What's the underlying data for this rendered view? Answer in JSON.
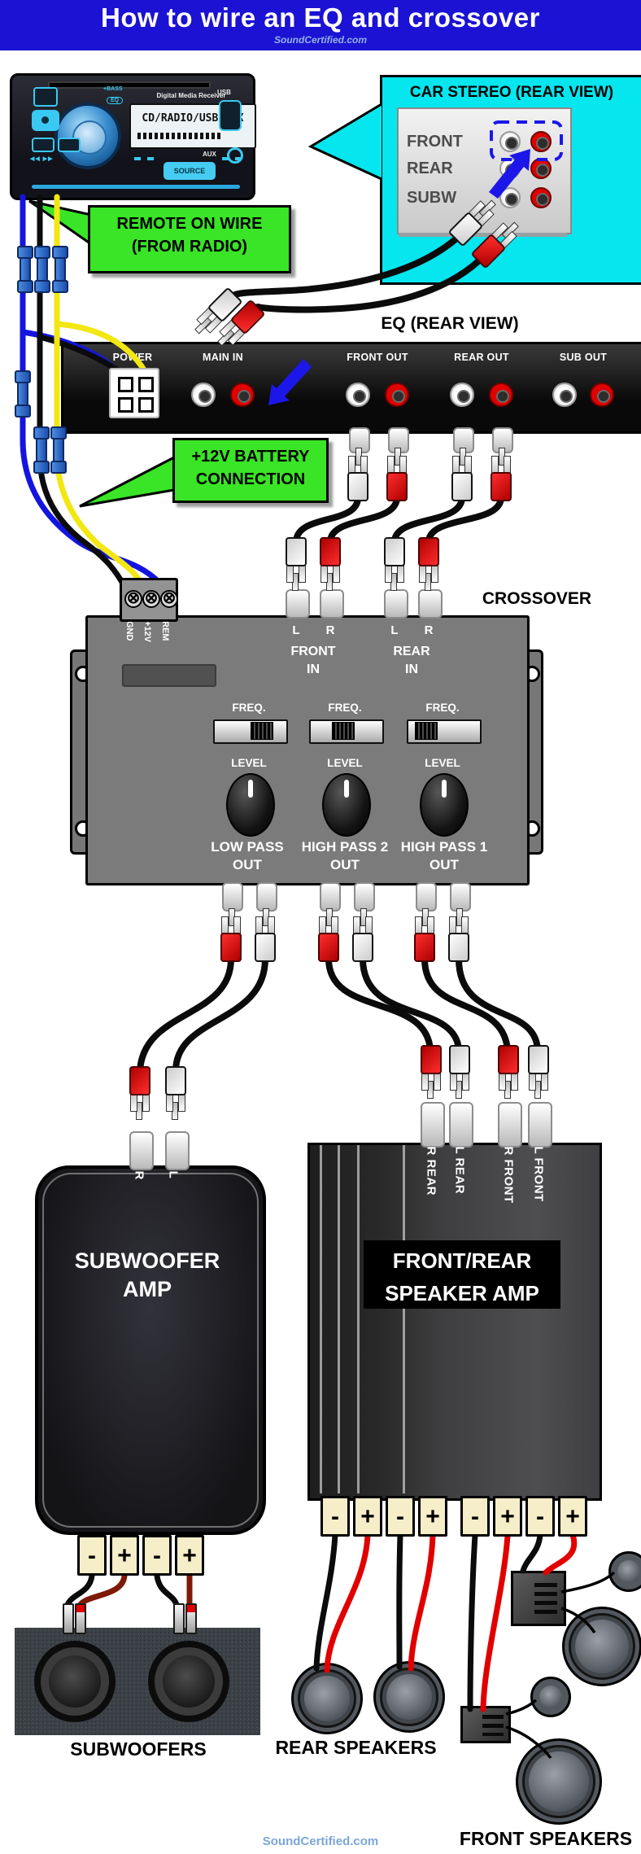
{
  "header": {
    "title": "How to wire an EQ and crossover",
    "site": "SoundCertified.com"
  },
  "radio": {
    "brand": "Digital Media Receiver",
    "display": "CD/RADIO/USB/AUX",
    "source": "SOURCE",
    "usb": "USB",
    "aux": "AUX",
    "eq_chip": "EQ",
    "bass_chip": "+BASS",
    "prev_icon": "◀◀",
    "next_icon": "▶▶"
  },
  "rear_view": {
    "title": "CAR STEREO (REAR VIEW)",
    "rows": [
      {
        "label": "FRONT"
      },
      {
        "label": "REAR"
      },
      {
        "label": "SUBW"
      }
    ]
  },
  "callouts": {
    "remote_line1": "REMOTE ON WIRE",
    "remote_line2": "(FROM RADIO)",
    "battery_line1": "+12V BATTERY",
    "battery_line2": "CONNECTION"
  },
  "eq": {
    "title": "EQ (REAR VIEW)",
    "power": "POWER",
    "main_in": "MAIN IN",
    "front_out": "FRONT OUT",
    "rear_out": "REAR OUT",
    "sub_out": "SUB OUT"
  },
  "crossover": {
    "title": "CROSSOVER",
    "terminals": [
      "GND",
      "+12V",
      "REM"
    ],
    "screw_icon": "⊗",
    "l": "L",
    "r": "R",
    "front_in_1": "FRONT",
    "front_in_2": "IN",
    "rear_in_1": "REAR",
    "rear_in_2": "IN",
    "freq": "FREQ.",
    "level": "LEVEL",
    "out1_1": "LOW PASS",
    "out1_2": "OUT",
    "out2_1": "HIGH PASS 2",
    "out2_2": "OUT",
    "out3_1": "HIGH PASS 1",
    "out3_2": "OUT"
  },
  "amps": {
    "sub": {
      "line1": "SUBWOOFER",
      "line2": "AMP",
      "ch_r": "R",
      "ch_l": "L",
      "terminals": [
        "-",
        "+",
        "-",
        "+"
      ]
    },
    "four": {
      "line1": "FRONT/REAR",
      "line2": "SPEAKER AMP",
      "inputs": [
        "R REAR",
        "L REAR",
        "R FRONT",
        "L FRONT"
      ],
      "terminals": [
        "-",
        "+",
        "-",
        "+",
        "-",
        "+",
        "-",
        "+"
      ]
    }
  },
  "speakers": {
    "subs": "SUBWOOFERS",
    "rear": "REAR SPEAKERS",
    "front": "FRONT SPEAKERS"
  },
  "footer": {
    "site": "SoundCertified.com"
  },
  "colors": {
    "header_bg": "#1b12d3",
    "cyan": "#05e6ee",
    "green": "#3ae426",
    "wire_blue": "#1414e0",
    "wire_yellow": "#f2e712",
    "wire_black": "#0b0b0b",
    "wire_red": "#e10000",
    "wire_maroon": "#7c1a06",
    "arrow_blue": "#1c17e8"
  }
}
